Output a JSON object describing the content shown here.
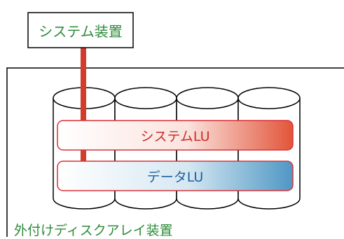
{
  "diagram": {
    "system_device": {
      "label": "システム装置"
    },
    "system_lu": {
      "label": "システムLU"
    },
    "data_lu": {
      "label": "データLU"
    },
    "external_storage": {
      "label": "外付けディスクアレイ装置"
    },
    "disk_count": 4
  },
  "colors": {
    "green_text": "#2e8b3a",
    "red_accent": "#d33b2c",
    "blue_text": "#1f5f9e",
    "blue_fill": "#5aa0c8",
    "box_border": "#d9323a"
  }
}
